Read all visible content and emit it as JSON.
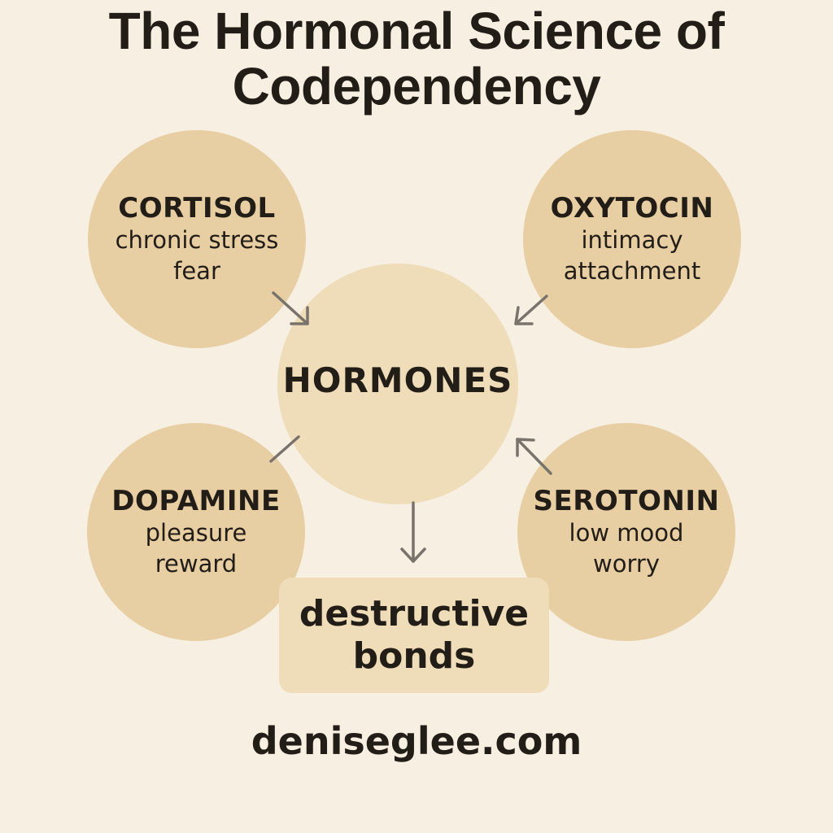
{
  "title": {
    "line1": "The Hormonal Science of",
    "line2": "Codependency"
  },
  "center": {
    "label": "HORMONES"
  },
  "hormones": [
    {
      "name": "CORTISOL",
      "desc1": "chronic stress",
      "desc2": "fear",
      "position": "top-left"
    },
    {
      "name": "OXYTOCIN",
      "desc1": "intimacy",
      "desc2": "attachment",
      "position": "top-right"
    },
    {
      "name": "DOPAMINE",
      "desc1": "pleasure",
      "desc2": "reward",
      "position": "bottom-left"
    },
    {
      "name": "SEROTONIN",
      "desc1": "low mood",
      "desc2": "worry",
      "position": "bottom-right"
    }
  ],
  "result": {
    "line1": "destructive",
    "line2": "bonds"
  },
  "footer": {
    "website": "deniseglee.com"
  },
  "colors": {
    "background": "#f6efe2",
    "hormone_circle": "#e8cfa3",
    "center_circle": "#efdcb9",
    "text": "#231d18",
    "arrow": "#7a736c"
  }
}
